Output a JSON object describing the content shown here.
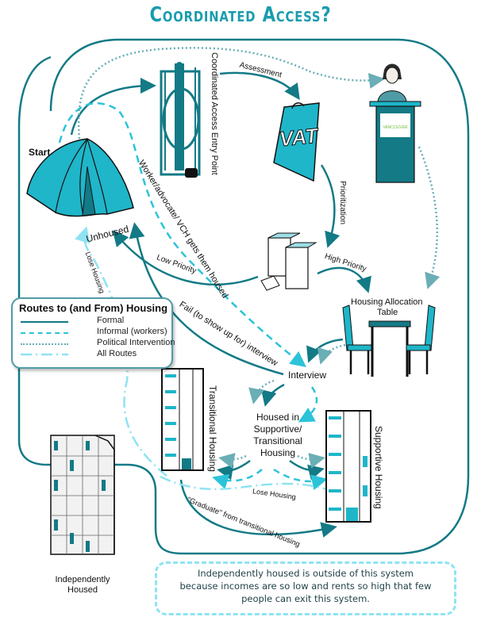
{
  "title": "Coordinated Access?",
  "colors": {
    "formal": "#137a86",
    "informal": "#2cc3d9",
    "political": "#6aaeb6",
    "all_routes": "#8fe3f2",
    "title": "#1a9cae",
    "icon_fill": "#1fb6c9"
  },
  "nodes": {
    "start": "Start",
    "unhoused": "Unhoused",
    "entry_point": "Coordinated Access Entry Point",
    "vat": "VAT",
    "housing_allocation": "Housing Allocation Table",
    "housing_allocation_line1": "Housing Allocation",
    "housing_allocation_line2": "Table",
    "interview": "Interview",
    "housed_line1": "Housed in",
    "housed_line2": "Supportive/",
    "housed_line3": "Transitional",
    "housed_line4": "Housing",
    "transitional": "Transitional Housing",
    "supportive": "Supportive Housing",
    "independent_line1": "Independently",
    "independent_line2": "Housed"
  },
  "edges": {
    "assessment": "Assessment",
    "prioritization": "Prioritization",
    "low_priority": "Low Priority",
    "high_priority": "High Priority",
    "worker_route": "Worker/advocate/ VCH gets them housed",
    "fail_interview": "Fail (to show up for) interview",
    "lose_housing_left": "Lose Housing",
    "lose_housing_bottom": "Lose Housing",
    "graduate": "\"Graduate\" from transitional housing"
  },
  "legend": {
    "title": "Routes to (and From) Housing",
    "items": [
      {
        "label": "Formal",
        "style": "solid"
      },
      {
        "label": "Informal (workers)",
        "style": "dashed"
      },
      {
        "label": "Political Intervention",
        "style": "dotted"
      },
      {
        "label": "All Routes",
        "style": "dash-dot"
      }
    ]
  },
  "note": {
    "line1": "Independently housed is outside of this system",
    "line2": "because incomes are so low and rents so high that few",
    "line3": "people can exit this system."
  }
}
